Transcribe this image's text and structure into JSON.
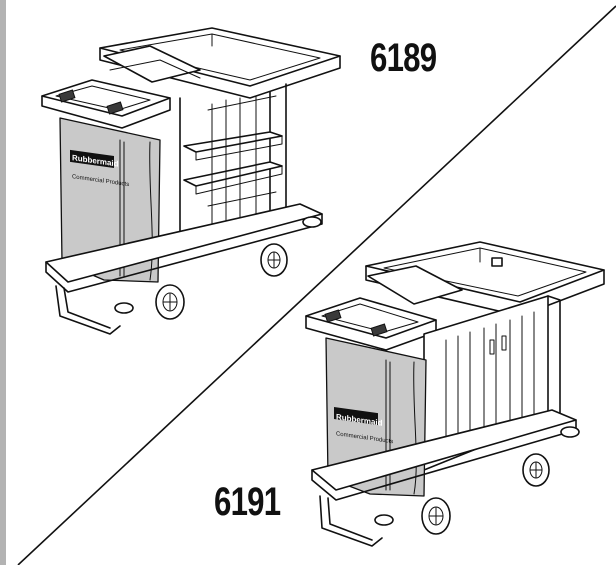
{
  "models": {
    "top": "6189",
    "bottom": "6191"
  },
  "bag": {
    "brand": "Rubbermaid",
    "subtitle": "Commercial Products"
  },
  "colors": {
    "ink": "#111111",
    "background": "#ffffff",
    "bag_fill": "#c9c9c9",
    "frame_edge": "#b3b3b3"
  }
}
